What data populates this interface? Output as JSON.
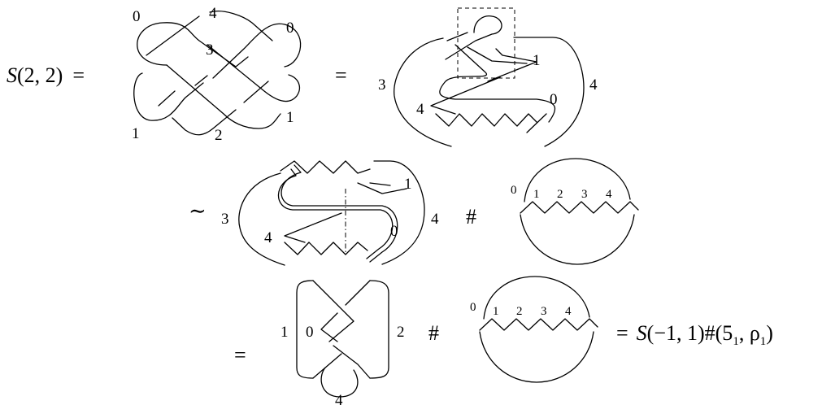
{
  "lhs": {
    "name": "S",
    "args": "(2, 2)",
    "equals": "="
  },
  "knot_a": {
    "labels": [
      "0",
      "4",
      "0",
      "3",
      "1",
      "2",
      "1"
    ]
  },
  "eq2": "=",
  "knot_b": {
    "labels": [
      "3",
      "1",
      "4",
      "0",
      "4"
    ]
  },
  "sim": "∼",
  "knot_c": {
    "labels": [
      "3",
      "1",
      "4",
      "0",
      "4"
    ]
  },
  "hash1": "#",
  "disc1": {
    "labels": [
      "0",
      "1",
      "2",
      "3",
      "4"
    ]
  },
  "eq3": "=",
  "knot_d": {
    "labels": [
      "1",
      "0",
      "2",
      "4"
    ]
  },
  "hash2": "#",
  "disc2": {
    "labels": [
      "0",
      "1",
      "2",
      "3",
      "4"
    ]
  },
  "result": {
    "equals": "=",
    "name": "S",
    "text": "(−1, 1)#(5",
    "sub1": "1",
    "mid": ", ρ",
    "sub2": "1",
    "close": ")"
  }
}
